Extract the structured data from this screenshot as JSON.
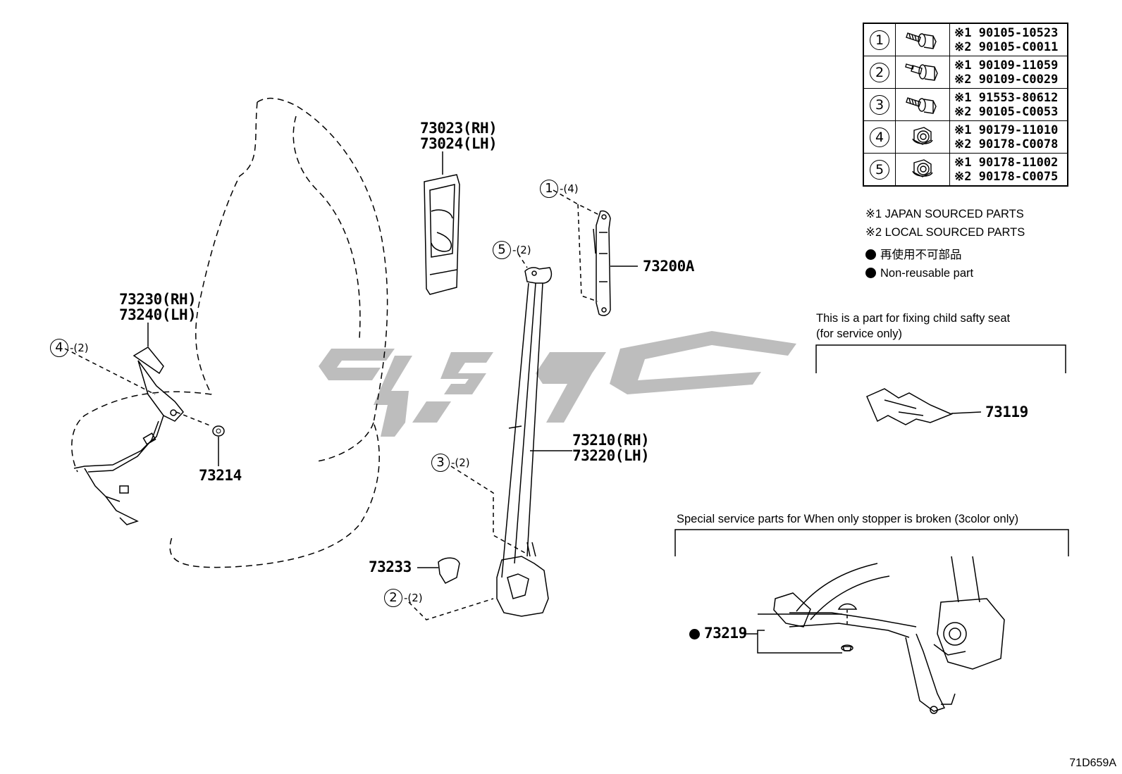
{
  "labels": {
    "p73023": "73023(RH)",
    "p73024": "73024(LH)",
    "p73230": "73230(RH)",
    "p73240": "73240(LH)",
    "p73214": "73214",
    "p73200A": "73200A",
    "p73210": "73210(RH)",
    "p73220": "73220(LH)",
    "p73233": "73233",
    "p73119": "73119",
    "p73219": "73219"
  },
  "callouts": [
    {
      "num": "1",
      "qty": "-(4)"
    },
    {
      "num": "5",
      "qty": "-(2)"
    },
    {
      "num": "4",
      "qty": "-(2)"
    },
    {
      "num": "3",
      "qty": "-(2)"
    },
    {
      "num": "2",
      "qty": "-(2)"
    }
  ],
  "fastener_table": [
    {
      "num": "1",
      "icon": "bolt-washer-icon",
      "p1": "※1 90105-10523",
      "p2": "※2 90105-C0011"
    },
    {
      "num": "2",
      "icon": "shoulder-bolt-icon",
      "p1": "※1 90109-11059",
      "p2": "※2 90109-C0029"
    },
    {
      "num": "3",
      "icon": "bolt-washer-icon",
      "p1": "※1 91553-80612",
      "p2": "※2 90105-C0053"
    },
    {
      "num": "4",
      "icon": "flange-nut-icon",
      "p1": "※1 90179-11010",
      "p2": "※2 90178-C0078"
    },
    {
      "num": "5",
      "icon": "flange-nut-icon",
      "p1": "※1 90178-11002",
      "p2": "※2 90178-C0075"
    }
  ],
  "legend": {
    "note1": "※1  JAPAN SOURCED PARTS",
    "note2": "※2  LOCAL SOURCED PARTS",
    "nonreuse_jp": "再使用不可部品",
    "nonreuse_en": "Non-reusable part"
  },
  "child_seat": {
    "line1": "This is a part for fixing child safty seat",
    "line2": "(for service only)"
  },
  "stopper": {
    "caption": "Special service parts for When only stopper is broken (3color only)"
  },
  "diagram_ref": "71D659A",
  "colors": {
    "ink": "#000000",
    "watermark": "#bdbdbd"
  }
}
